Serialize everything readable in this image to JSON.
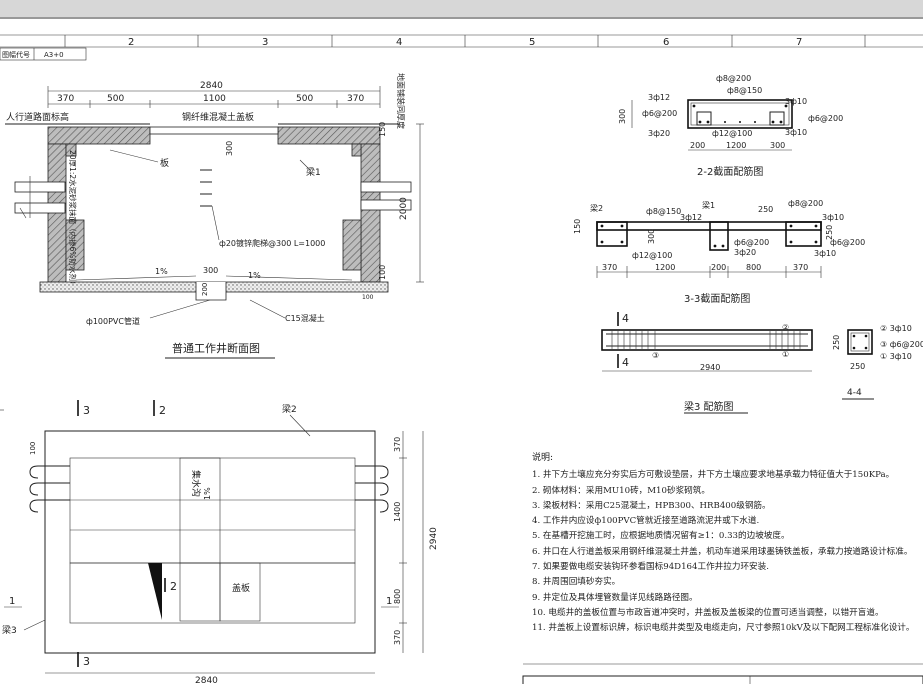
{
  "sheet": {
    "grid_numbers": [
      "2",
      "3",
      "4",
      "5",
      "6",
      "7"
    ],
    "sheet_code_label": "图幅代号",
    "sheet_code_value": "A3+0"
  },
  "section_view": {
    "title": "普通工作井断面图",
    "dims_top": [
      "2840",
      "370",
      "500",
      "1100",
      "500",
      "370"
    ],
    "sidewalk_label": "人行道路面标高",
    "cover_label": "钢纤维混凝土盖板",
    "right_label": "地面铺装同厚度",
    "dim_300": "300",
    "dim_150": "150",
    "dim_2000": "2000",
    "dim_100a": "100",
    "dim_100b": "100",
    "label_ban": "板",
    "label_liang1": "梁1",
    "wall_note": "20厚1:2水泥砂浆抹面（内掺6%防水剂）",
    "ladder_label": "ф20镀锌爬梯@300 L=1000",
    "slope1": "1%",
    "slope2": "1%",
    "dim_300b": "300",
    "dim_200": "200",
    "pipe_label": "ф100PVC管道",
    "concrete_label": "C15混凝土"
  },
  "section_2_2": {
    "title": "2-2截面配筋图",
    "labels": [
      "ф8@200",
      "ф8@150",
      "3ф12",
      "ф6@200",
      "3ф10",
      "ф6@200",
      "3ф20",
      "ф12@100",
      "3ф10"
    ],
    "dim_300": "300",
    "dims_bottom": [
      "200",
      "1200",
      "300"
    ]
  },
  "section_3_3": {
    "title": "3-3截面配筋图",
    "labels": [
      "梁2",
      "ф8@150",
      "3ф12",
      "梁1",
      "250",
      "ф8@200",
      "3ф10",
      "ф6@200",
      "3ф20",
      "ф12@100",
      "ф6@200",
      "3ф10"
    ],
    "dim_150": "150",
    "dim_300": "300",
    "dim_250": "250",
    "dims_bottom": [
      "370",
      "1200",
      "200",
      "800",
      "370"
    ]
  },
  "beam3": {
    "title": "梁3  配筋图",
    "section_mark": "4",
    "length": "2940",
    "markers": [
      "②",
      "③",
      "①"
    ],
    "sec44_title": "4-4",
    "sec44_dim": "250",
    "sec44_dim2": "250",
    "sec44_labels": [
      "② 3ф10",
      "③ ф6@200",
      "① 3ф10"
    ]
  },
  "plan_view": {
    "cut3": "3",
    "cut2": "2",
    "cut2b": "2",
    "cut3b": "3",
    "label_liang2": "梁2",
    "label_liang3": "梁3",
    "label_ban": "盖板",
    "label_jishuigou": "集水沟",
    "slope": "1%",
    "dim_100": "100",
    "dims_right": [
      "370",
      "1400",
      "800",
      "370"
    ],
    "dim_total_right": "2940",
    "dim_bottom": "2840",
    "left_mark": "1",
    "right_mark": "1"
  },
  "notes": {
    "title": "说明:",
    "items": [
      "1. 井下方土壤应充分夯实后方可敷设垫层，井下方土壤应要求地基承载力特征值大于150KPa。",
      "2. 砌体材料：采用MU10砖，M10砂浆砌筑。",
      "3. 梁板材料：采用C25混凝土，HPB300、HRB400级钢筋。",
      "4. 工作井内应设ф100PVC管就近接至道路流泥井或下水道.",
      "5. 在基槽开挖施工时，应根据地质情况留有≥1：0.33的边坡坡度。",
      "6. 井口在人行道盖板采用钢纤维混凝土井盖，机动车道采用球墨铸铁盖板，承载力按道路设计标准。",
      "7. 如果要做电缆安装钩环参看国标94D164工作井拉力环安装.",
      "8. 井周围回填砂夯实。",
      "9. 井定位及具体埋管数量详见线路路径图。",
      "10. 电缆井的盖板位置与市政盲道冲突时，井盖板及盖板梁的位置可适当调整，以错开盲道。",
      "11. 井盖板上设置标识牌，标识电缆井类型及电缆走向，尺寸参照10kV及以下配网工程标准化设计。"
    ]
  }
}
